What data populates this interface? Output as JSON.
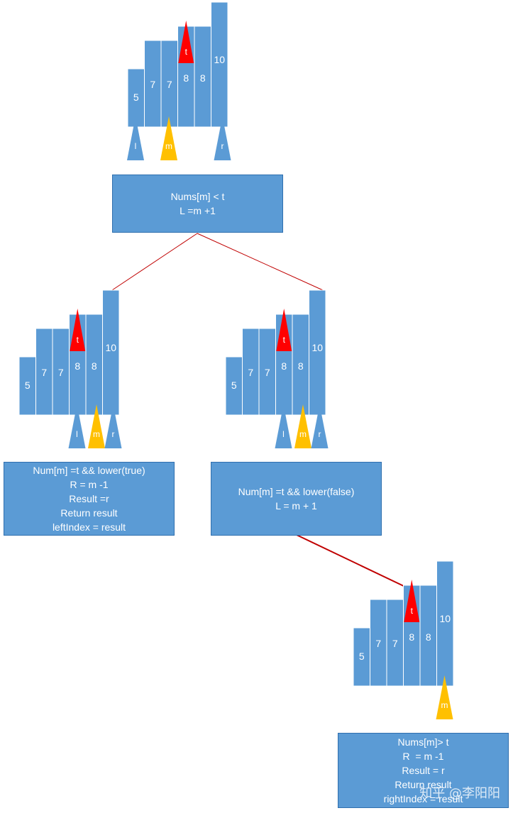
{
  "colors": {
    "bar": "#5b9bd5",
    "bar_edge": "#ffffff",
    "target": "#ff0000",
    "mid": "#ffc000",
    "pointer": "#5b9bd5",
    "connector": "#c00000"
  },
  "array_values": [
    5,
    7,
    7,
    8,
    8,
    10
  ],
  "target_label": "t",
  "pointer_labels": {
    "left": "l",
    "mid": "m",
    "right": "r"
  },
  "boxes": {
    "root": {
      "lines": [
        "Nums[m] < t",
        "L =m +1"
      ]
    },
    "left": {
      "lines": [
        "Num[m] =t && lower(true)",
        "R = m -1",
        "Result =r",
        "Return result",
        "leftIndex = result"
      ]
    },
    "right": {
      "lines": [
        "Num[m] =t && lower(false)",
        "L = m + 1"
      ]
    },
    "final": {
      "lines": [
        "Nums[m]> t",
        "R  = m -1",
        "Result = r",
        "Return result",
        "rightIndex = result"
      ]
    }
  },
  "watermark": "知乎 @李阳阳"
}
